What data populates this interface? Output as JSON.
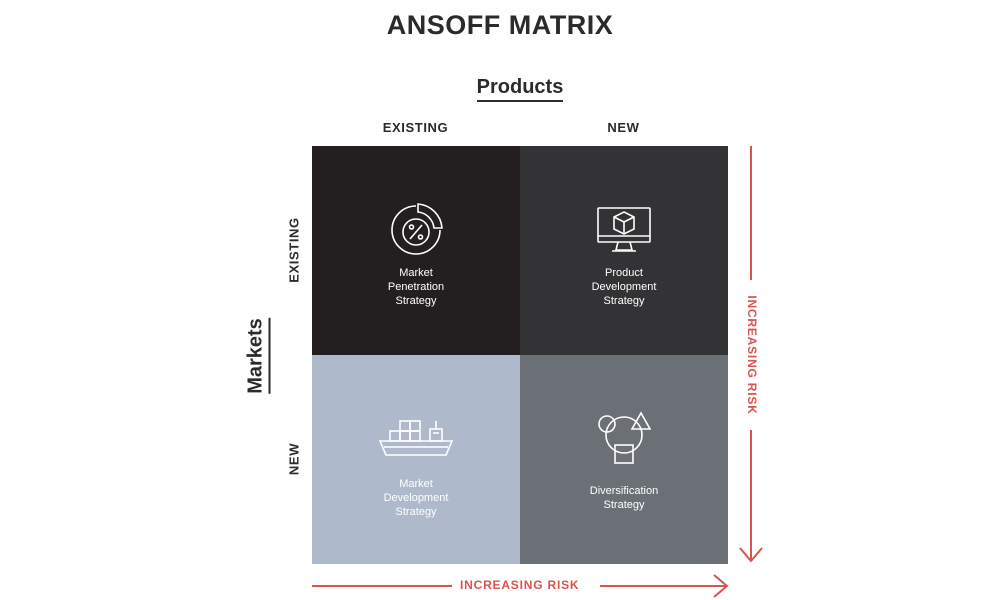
{
  "title": "ANSOFF MATRIX",
  "axes": {
    "products": "Products",
    "markets": "Markets",
    "columns": [
      "EXISTING",
      "NEW"
    ],
    "rows": [
      "EXISTING",
      "NEW"
    ]
  },
  "cells": {
    "market_penetration": {
      "lines": [
        "Market",
        "Penetration",
        "Strategy"
      ],
      "color": "#231f20",
      "icon": "percent-pie-icon"
    },
    "product_development": {
      "lines": [
        "Product",
        "Development",
        "Strategy"
      ],
      "color": "#333335",
      "icon": "monitor-cube-icon"
    },
    "market_development": {
      "lines": [
        "Market",
        "Development",
        "Strategy"
      ],
      "color": "#aebacb",
      "icon": "cargo-ship-icon"
    },
    "diversification": {
      "lines": [
        "Diversification",
        "Strategy"
      ],
      "color": "#6b6f76",
      "icon": "shapes-icon"
    }
  },
  "risk": {
    "horizontal": "INCREASING RISK",
    "vertical": "INCREASING RISK",
    "color": "#d9534f"
  }
}
